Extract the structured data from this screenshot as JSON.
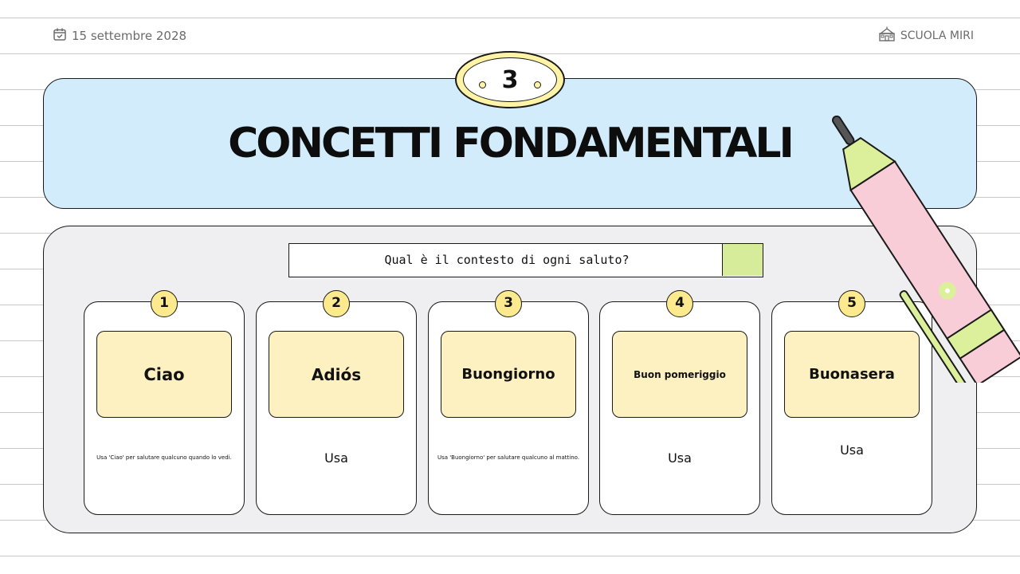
{
  "header": {
    "date": "15 settembre 2028",
    "school": "SCUOLA MIRI"
  },
  "slide": {
    "number": "3",
    "title": "CONCETTI FONDAMENTALI"
  },
  "question": "Qual è il contesto di ogni saluto?",
  "cards": [
    {
      "number": "1",
      "title": "Ciao",
      "description": "Usa 'Ciao' per salutare qualcuno quando lo vedi."
    },
    {
      "number": "2",
      "title": "Adiós",
      "description": "Usa"
    },
    {
      "number": "3",
      "title": "Buongiorno",
      "description": "Usa 'Buongiorno' per salutare qualcuno al mattino."
    },
    {
      "number": "4",
      "title": "Buon pomeriggio",
      "description": "Usa"
    },
    {
      "number": "5",
      "title": "Buonasera",
      "description": "Usa"
    }
  ],
  "colors": {
    "title_panel": "#d3ecfb",
    "content_panel": "#efeff1",
    "badge": "#fdea8f",
    "card_title_bg": "#fdf1c1",
    "accent_green": "#d7ec9a",
    "pen_pink": "#f9cdd8"
  },
  "icons": {
    "date": "calendar-icon",
    "school": "school-building-icon"
  }
}
